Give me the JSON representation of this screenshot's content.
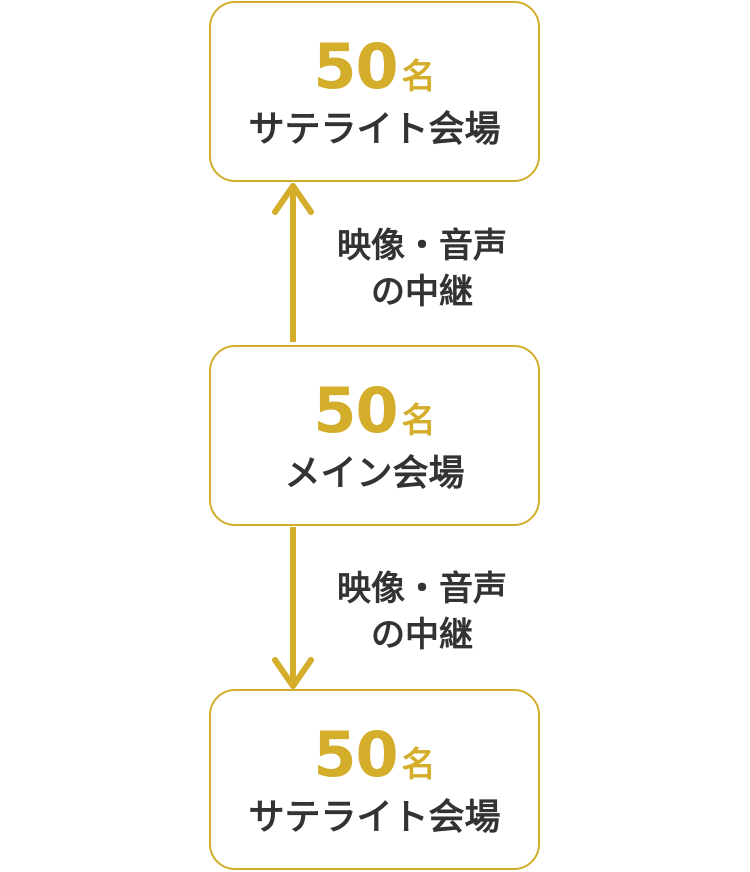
{
  "colors": {
    "accent": "#d4ad2a",
    "text": "#333333",
    "background": "#ffffff"
  },
  "nodes": {
    "top": {
      "count": "50",
      "unit": "名",
      "label": "サテライト会場"
    },
    "middle": {
      "count": "50",
      "unit": "名",
      "label": "メイン会場"
    },
    "bottom": {
      "count": "50",
      "unit": "名",
      "label": "サテライト会場"
    }
  },
  "edges": {
    "upper": {
      "direction": "middle-to-top",
      "line1": "映像・音声",
      "line2": "の中継"
    },
    "lower": {
      "direction": "middle-to-bottom",
      "line1": "映像・音声",
      "line2": "の中継"
    }
  }
}
